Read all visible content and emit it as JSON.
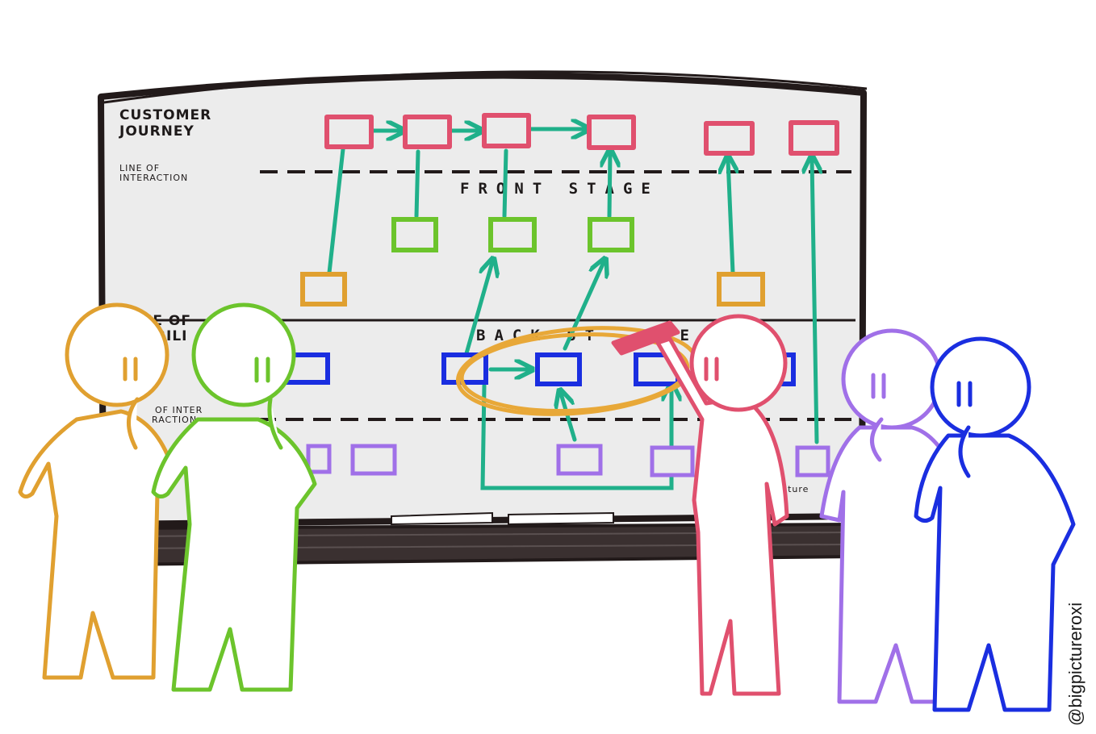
{
  "labels": {
    "customer_journey_1": "CUSTOMER",
    "customer_journey_2": "JOURNEY",
    "line_of_interaction_1": "LINE OF",
    "line_of_interaction_2": "INTERACTION",
    "front_stage": "FRONT STAGE",
    "line_of_visibility_1": "LINE OF",
    "line_of_visibility_2": "VISIBILI",
    "back_stage": "BACK ST",
    "back_stage_tail": "GE",
    "line_of_internal_1": "OF INTER",
    "line_of_internal_2": "RACTION",
    "picture_fragment": "icture"
  },
  "credit": "@bigpictureroxi",
  "colors": {
    "board_frame": "#221a1a",
    "board_fill": "#ececec",
    "journey": "#e0506e",
    "frontstage": "#6cc42c",
    "touchpoint": "#e0a030",
    "backstage": "#1a2ee0",
    "support": "#a070e8",
    "arrow": "#20b08a",
    "highlight": "#e8a838"
  },
  "people": [
    {
      "color": "orange"
    },
    {
      "color": "green"
    },
    {
      "color": "pink",
      "pose": "pointing with marker"
    },
    {
      "color": "purple"
    },
    {
      "color": "blue"
    }
  ]
}
